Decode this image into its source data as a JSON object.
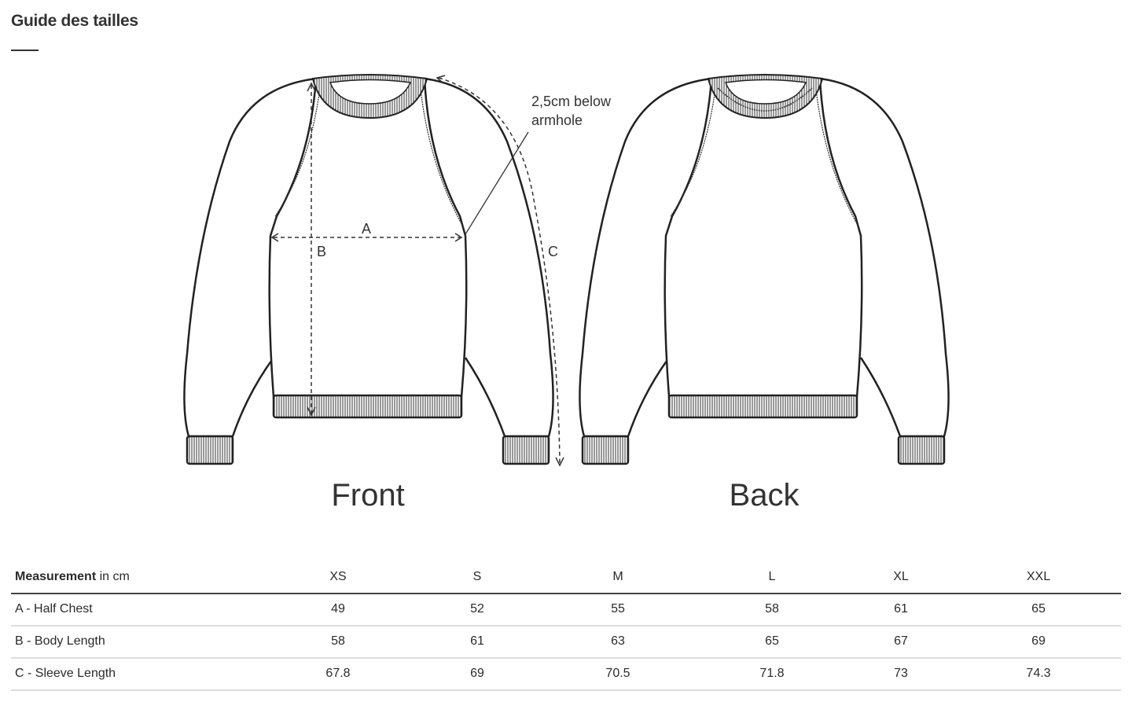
{
  "page": {
    "title": "Guide des tailles"
  },
  "illustration": {
    "annotation": "2,5cm below armhole",
    "annotation_line1": "2,5cm below",
    "annotation_line2": "armhole",
    "marker_a": "A",
    "marker_b": "B",
    "marker_c": "C",
    "front_label": "Front",
    "back_label": "Back"
  },
  "table": {
    "header_bold": "Measurement",
    "header_rest": " in cm",
    "sizes": [
      "XS",
      "S",
      "M",
      "L",
      "XL",
      "XXL"
    ],
    "rows": [
      {
        "label": "A - Half Chest",
        "values": [
          "49",
          "52",
          "55",
          "58",
          "61",
          "65"
        ]
      },
      {
        "label": "B - Body Length",
        "values": [
          "58",
          "61",
          "63",
          "65",
          "67",
          "69"
        ]
      },
      {
        "label": "C - Sleeve Length",
        "values": [
          "67.8",
          "69",
          "70.5",
          "71.8",
          "73",
          "74.3"
        ]
      }
    ]
  }
}
